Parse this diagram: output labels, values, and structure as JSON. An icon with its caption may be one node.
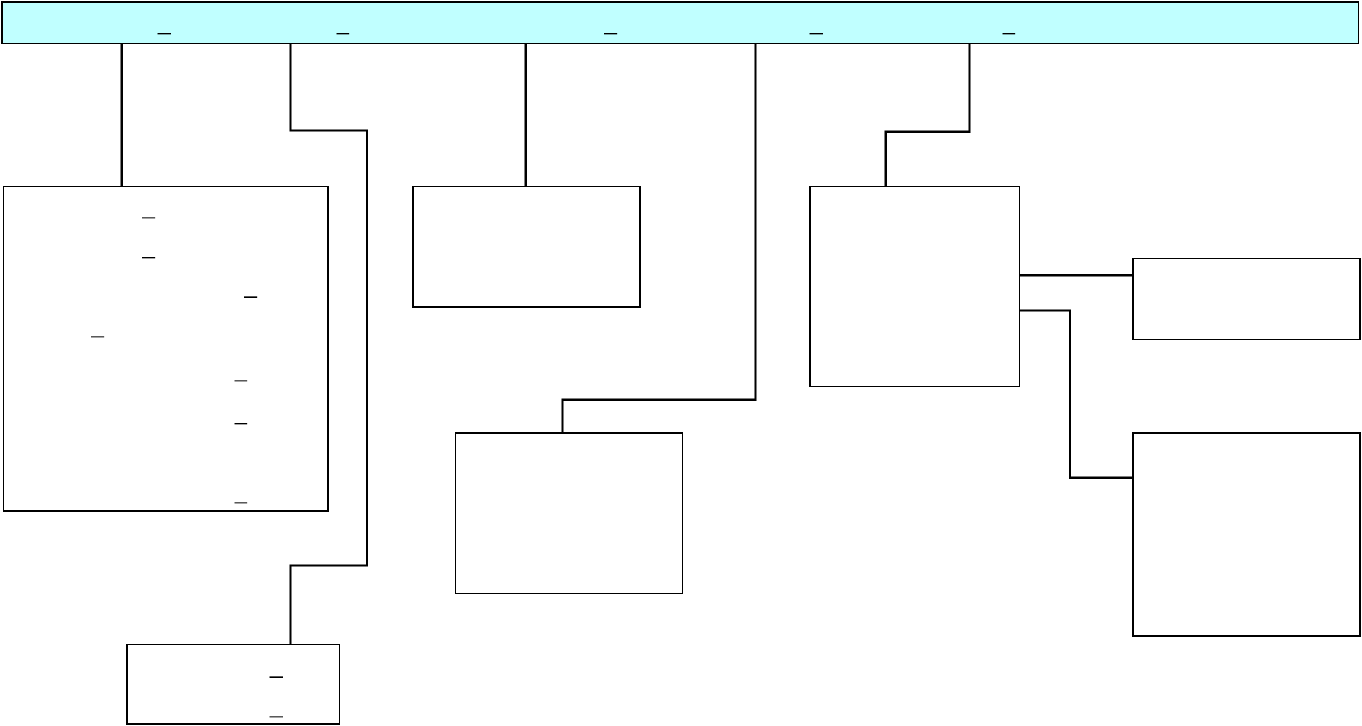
{
  "diagram": {
    "nodes": [
      {
        "text": [
          "_",
          "_",
          "_",
          "_",
          "_"
        ]
      },
      {
        "text": [
          "_",
          "_",
          "_",
          "_",
          "_",
          "_",
          "_"
        ]
      },
      {
        "text": [],
        "shape": "box"
      },
      {
        "text": [],
        "shape": "box"
      },
      {
        "text": [],
        "shape": "box"
      },
      {
        "text": [],
        "shape": "box"
      },
      {
        "text": [],
        "shape": "box"
      },
      {
        "text": [
          "_",
          "_"
        ]
      }
    ],
    "edges": [
      {
        "from": 0,
        "to": 1,
        "arrow": "none"
      },
      {
        "from": 0,
        "to": 7,
        "arrow": "none"
      },
      {
        "from": 0,
        "to": 2,
        "arrow": "none"
      },
      {
        "from": 0,
        "to": 5,
        "arrow": "none"
      },
      {
        "from": 0,
        "to": 3,
        "arrow": "none"
      },
      {
        "from": 3,
        "to": 4,
        "arrow": "none"
      },
      {
        "from": 3,
        "to": 6,
        "arrow": "none"
      }
    ]
  }
}
